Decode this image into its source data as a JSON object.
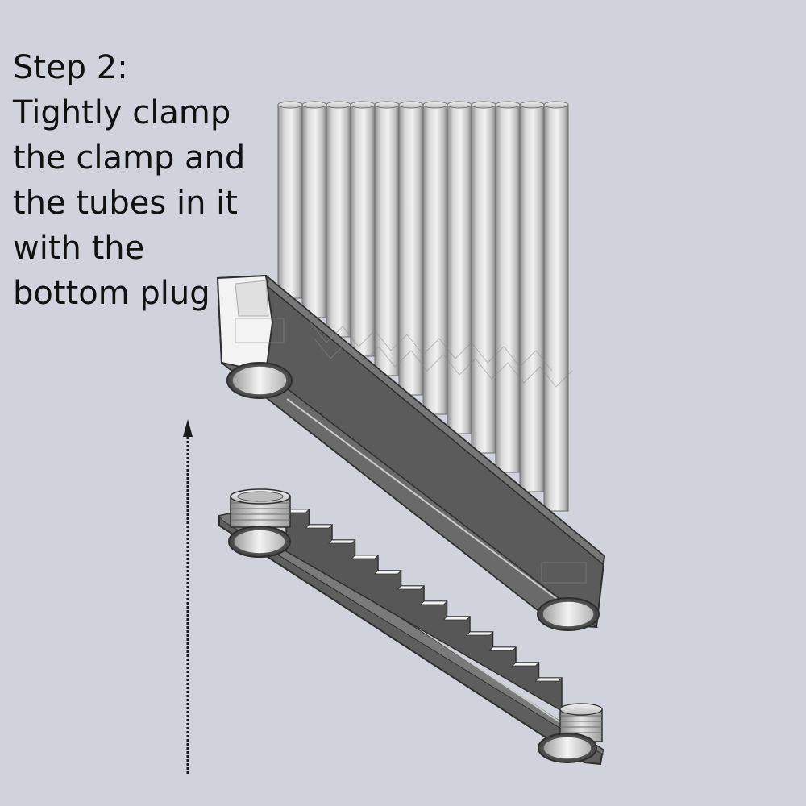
{
  "instruction": {
    "lines": [
      "Step 2:",
      "Tightly clamp",
      "the clamp and",
      "the tubes in it",
      "with the",
      "bottom plug"
    ]
  },
  "colors": {
    "background": "#d0d3db",
    "clamp_dark": "#555555",
    "clamp_face": "#6b6b6b",
    "tube_light": "#e9e9e9",
    "arrow": "#1a1a1a"
  },
  "parts": {
    "tube_count": 12
  }
}
